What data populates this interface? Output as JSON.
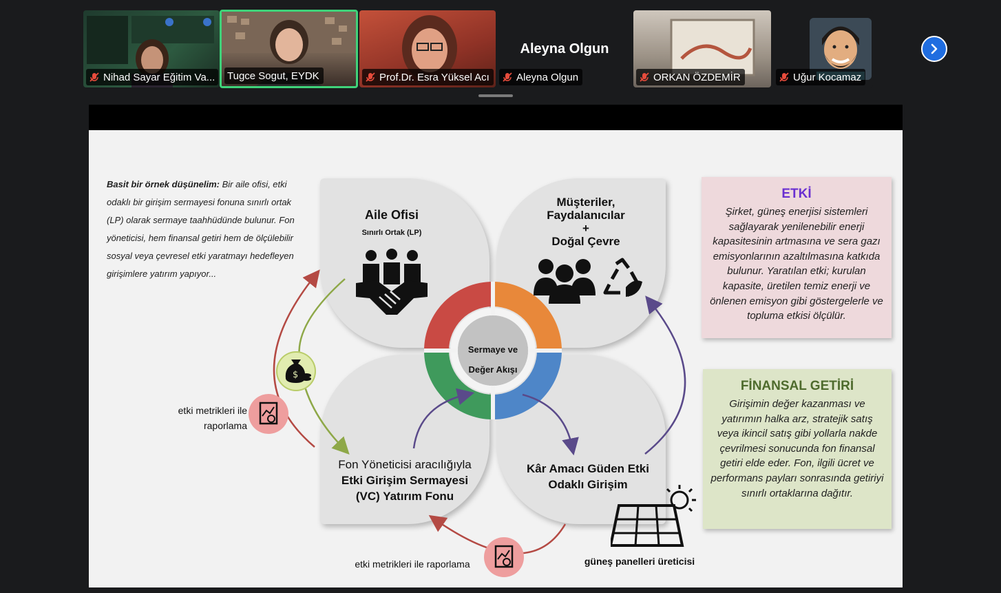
{
  "participants": [
    {
      "name": "Nihad Sayar Eğitim Va...",
      "muted": true
    },
    {
      "name": "Tugce Sogut, EYDK",
      "muted": false,
      "active": true
    },
    {
      "name": "Prof.Dr. Esra Yüksel Acı",
      "muted": true
    },
    {
      "name": "Aleyna Olgun",
      "muted": true,
      "video_off": true
    },
    {
      "name": "ORKAN ÖZDEMİR",
      "muted": true
    },
    {
      "name": "Uğur Kocamaz",
      "muted": true
    }
  ],
  "slide": {
    "intro_bold": "Basit bir örnek düşünelim:",
    "intro_text": "Bir aile ofisi, etki odaklı bir girişim sermayesi fonuna sınırlı ortak (LP) olarak sermaye taahhüdünde bulunur. Fon yöneticisi, hem finansal getiri hem de ölçülebilir sosyal veya çevresel etki yaratmayı hedefleyen girişimlere yatırım yapıyor...",
    "q1_title": "Aile Ofisi",
    "q1_sub": "Sınırlı Ortak (LP)",
    "q2_line1": "Müşteriler,",
    "q2_line2": "Faydalanıcılar",
    "q2_plus": "+",
    "q2_line3": "Doğal Çevre",
    "q3_line1": "Fon Yöneticisi aracılığıyla",
    "q3_line2": "Etki Girişim Sermayesi",
    "q3_line3": "(VC) Yatırım Fonu",
    "q4_line1": "Kâr Amacı Güden Etki",
    "q4_line2": "Odaklı Girişim",
    "center_line1": "Sermaye ve",
    "center_line2": "Değer Akışı",
    "left_label_1": "etki metrikleri ile",
    "left_label_2": "raporlama",
    "bottom_label": "etki metrikleri ile raporlama",
    "solar_label": "güneş panelleri üreticisi",
    "etki_title": "ETKİ",
    "etki_text": "Şirket, güneş enerjisi sistemleri sağlayarak yenilenebilir enerji kapasitesinin artmasına ve sera gazı emisyonlarının azaltılmasına katkıda bulunur. Yaratılan etki; kurulan kapasite, üretilen temiz enerji ve önlenen emisyon gibi göstergelerle ve topluma etkisi ölçülür.",
    "fin_title": "FİNANSAL GETİRİ",
    "fin_text": "Girişimin değer kazanması ve yatırımın halka arz, stratejik satış veya ikincil satış gibi yollarla nakde çevrilmesi sonucunda fon finansal getiri elde eder. Fon, ilgili ücret ve performans payları sonrasında getiriyi sınırlı ortaklarına dağıtır."
  },
  "colors": {
    "active_border": "#3fd37a",
    "accent_blue": "#1f6de0",
    "ring_red": "#c94a44",
    "ring_orange": "#e8883a",
    "ring_green": "#3f9a5c",
    "ring_blue": "#4e86c8",
    "etki_title": "#6a2fd1",
    "fin_title": "#4e6b2d"
  }
}
